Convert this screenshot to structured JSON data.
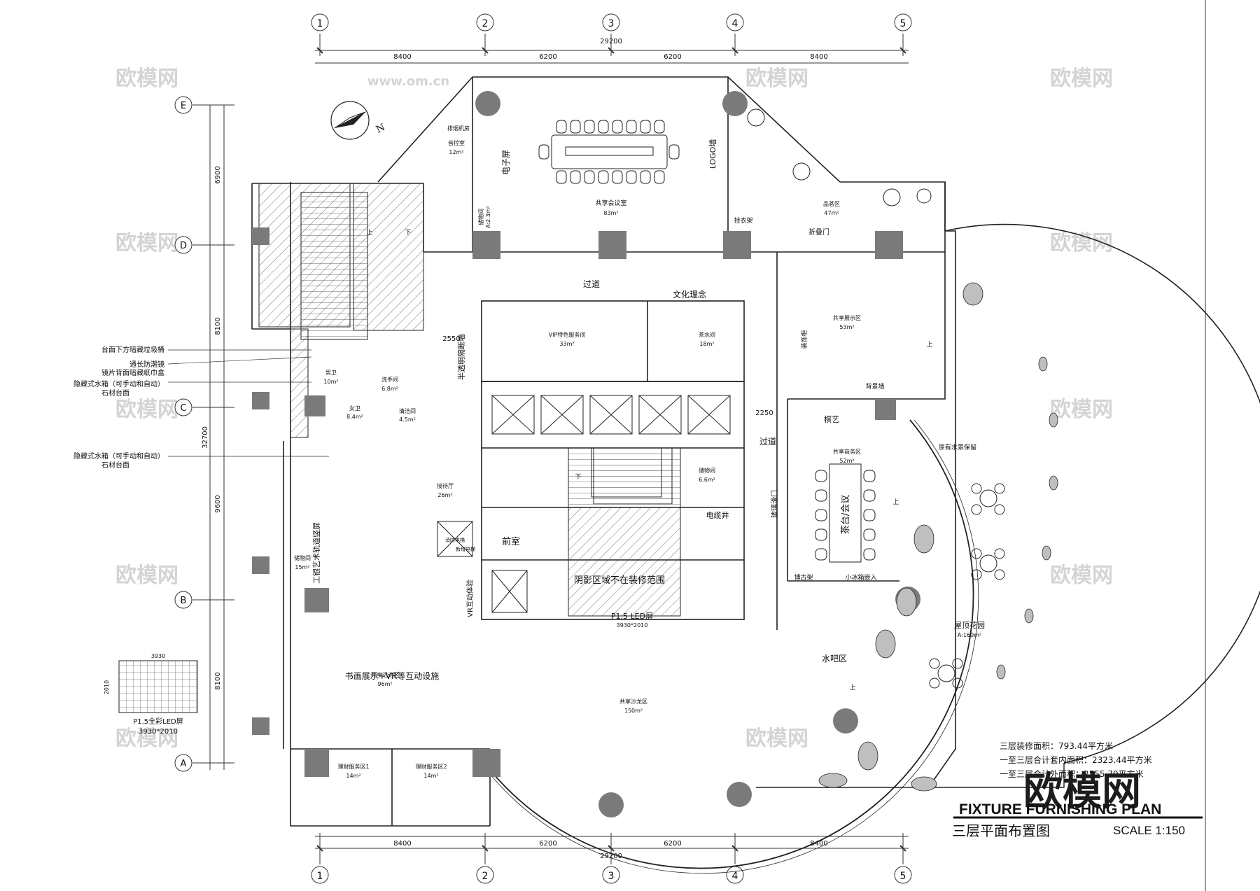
{
  "title_block": {
    "title_en": "FIXTURE FURNISHING PLAN",
    "title_cn": "三层平面布置图",
    "scale": "SCALE  1:150"
  },
  "area_notes": [
    "三层装修面积：793.44平方米",
    "一至三层合计套内面积：2323.44平方米",
    "一至三层合计外面积：2555.79平方米"
  ],
  "axes": {
    "columns": [
      "1",
      "2",
      "3",
      "4",
      "5"
    ],
    "rows": [
      "E",
      "D",
      "C",
      "B",
      "A"
    ],
    "top_spans": [
      "8400",
      "6200",
      "6200",
      "8400"
    ],
    "top_total": "29200",
    "bottom_spans": [
      "8400",
      "6200",
      "6200",
      "8400"
    ],
    "bottom_total": "29200",
    "left_spans": [
      "6900",
      "8100",
      "9600",
      "8100"
    ],
    "left_total": "32700",
    "inner_dims": [
      "2550",
      "2250"
    ]
  },
  "north": "N",
  "left_notes": [
    "台面下方暗藏垃圾桶",
    "通长防潮镜",
    "镜片背面暗藏纸巾盒",
    "隐藏式水箱（可手动和自动）",
    "石材台面",
    "隐藏式水箱（可手动和自动）",
    "石材台面"
  ],
  "legend_led": {
    "size_w": "3930",
    "size_h": "2010",
    "label": "P1.5全彩LED屏",
    "dims": "3930*2010"
  },
  "rooms": [
    {
      "name": "共享会议室",
      "area": "83m²"
    },
    {
      "name": "排烟机房",
      "area": ""
    },
    {
      "name": "音控室",
      "area": "12m²"
    },
    {
      "name": "品茗区",
      "area": "47m²"
    },
    {
      "name": "共享展示区",
      "area": "53m²"
    },
    {
      "name": "VIP特色服务间",
      "area": "33m²"
    },
    {
      "name": "茶水间",
      "area": "18m²"
    },
    {
      "name": "男卫",
      "area": "10m²"
    },
    {
      "name": "洗手间",
      "area": "6.8m²"
    },
    {
      "name": "女卫",
      "area": "8.4m²"
    },
    {
      "name": "清洁间",
      "area": "4.5m²"
    },
    {
      "name": "接待厅",
      "area": "26m²"
    },
    {
      "name": "储物间",
      "area": "6.6m²"
    },
    {
      "name": "共享商务区",
      "area": "52m²"
    },
    {
      "name": "储物间",
      "area": "15m²"
    },
    {
      "name": "共享活动区",
      "area": "96m²"
    },
    {
      "name": "共享沙龙区",
      "area": "150m²"
    },
    {
      "name": "理财服务区1",
      "area": "14m²"
    },
    {
      "name": "理财服务区2",
      "area": "14m²"
    },
    {
      "name": "屋顶花园",
      "area": "A:160m²"
    },
    {
      "name": "储物间",
      "area": "A:2.3m²"
    }
  ],
  "labels": {
    "screen_wall": "电子屏",
    "logo_wall": "LOGO墙",
    "corridor1": "过道",
    "corridor2": "过道",
    "culture": "文化理念",
    "front_room": "前室",
    "cable_shaft": "电缆井",
    "shadow_note": "阴影区域不在装修范围",
    "led": "P1.5 LED屏",
    "led_dims": "3930*2010",
    "water_bar": "水吧区",
    "calligraphy": "书画展示+VR等互动设施",
    "tea_meeting": "茶台/会议",
    "chess": "棋艺",
    "curio": "博古架",
    "fridge": "小冰箱嵌入",
    "background_wall": "背景墙",
    "fold_door": "折叠门",
    "cabinet": "装饰柜",
    "vr": "VR互动体验",
    "rail_screen": "工银艺术轨道竖屏",
    "glass_door": "玻璃滑门",
    "wall_screen": "半透明隔断墙",
    "landscape": "原有水景保留",
    "coat_rack": "挂衣架",
    "new_elevator": "新增电梯",
    "fire_elevator": "消防电梯",
    "up": "上",
    "down": "下"
  },
  "watermark": {
    "brand_cn": "欧模网",
    "brand_url": "www.om.cn",
    "big": "欧模网"
  }
}
